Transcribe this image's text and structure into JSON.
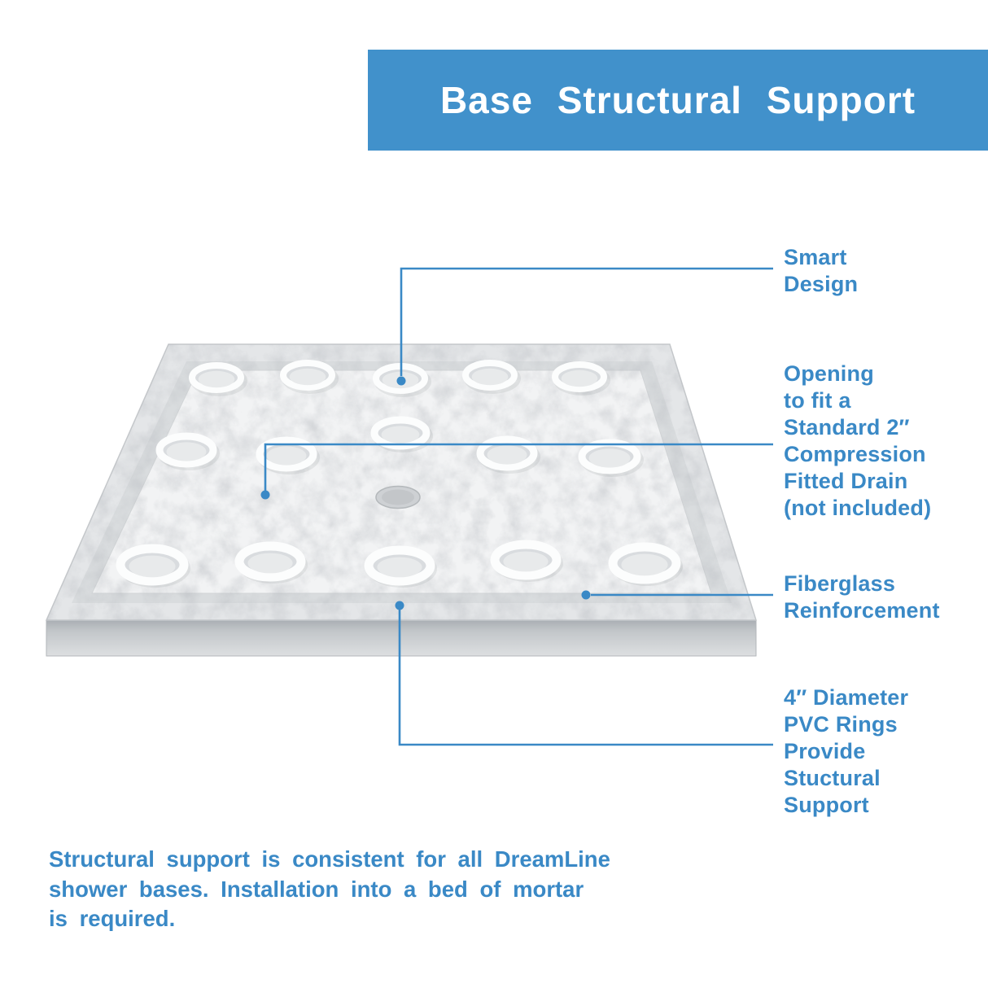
{
  "title": "Base Structural Support",
  "colors": {
    "accent_blue": "#3a89c6",
    "banner_blue": "#4191cb",
    "base_gray": "#d9dcdf",
    "floor_white": "#f2f3f4"
  },
  "callouts": {
    "smart_design": "Smart\nDesign",
    "drain_opening": "Opening\nto fit a\nStandard 2″\nCompression\nFitted Drain\n(not included)",
    "fiberglass": "Fiberglass\nReinforcement",
    "pvc_rings": "4″ Diameter\nPVC Rings\nProvide\nStuctural\nSupport"
  },
  "footer": "Structural support is consistent for all DreamLine\nshower bases. Installation into a bed of mortar\nis required."
}
